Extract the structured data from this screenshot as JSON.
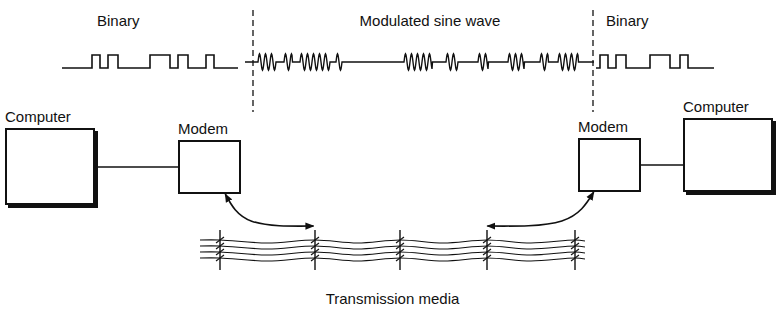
{
  "diagram": {
    "nodes": [
      {
        "text": [
          "Computer"
        ]
      },
      {
        "text": [
          "Modem"
        ]
      },
      {
        "text": [
          "Modem"
        ]
      },
      {
        "text": [
          "Computer"
        ]
      },
      {
        "text": [
          "Transmission media"
        ]
      }
    ],
    "edges": [
      {
        "from": 0,
        "to": 1,
        "arrow": "none"
      },
      {
        "from": 2,
        "to": 3,
        "arrow": "none"
      },
      {
        "from": 1,
        "to": 4,
        "arrow": "both"
      },
      {
        "from": 4,
        "to": 2,
        "arrow": "both"
      }
    ],
    "labels": [
      "Binary",
      "Modulated sine wave",
      "Binary"
    ]
  }
}
